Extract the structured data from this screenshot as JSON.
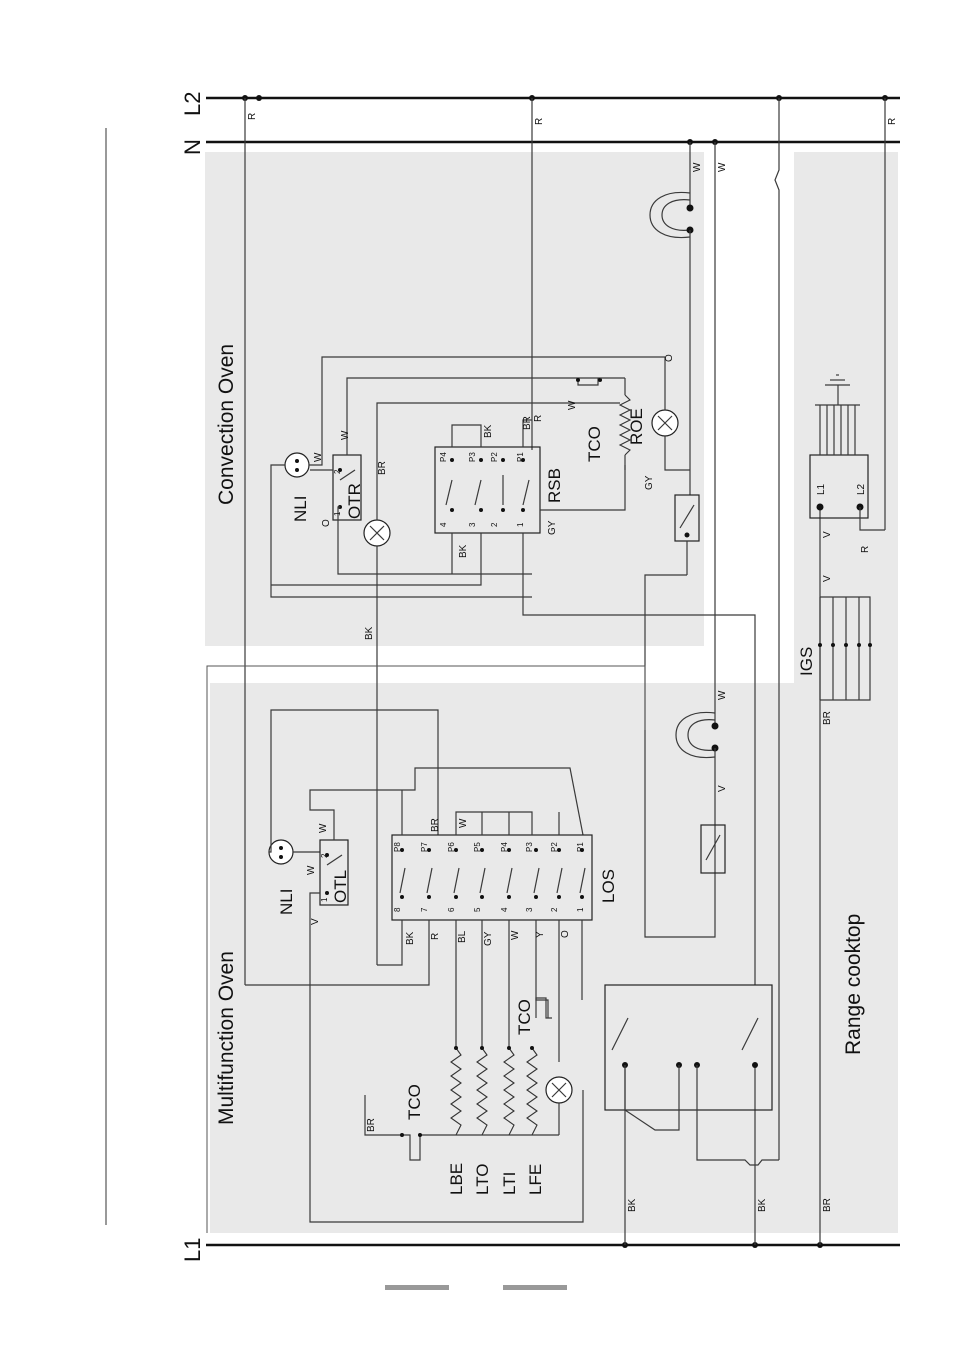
{
  "rails": {
    "l2": "L2",
    "n": "N",
    "l1": "L1"
  },
  "sections": {
    "convection": "Convection Oven",
    "multifunction": "Multifunction Oven",
    "range": "Range cooktop"
  },
  "components": {
    "nli_top": "NLI",
    "otr": "OTR",
    "rsb": "RSB",
    "tco_top": "TCO",
    "roe": "ROE",
    "nli_bottom": "NLI",
    "otl": "OTL",
    "los": "LOS",
    "tco_mid": "TCO",
    "tco_low": "TCO",
    "lbe": "LBE",
    "lto": "LTO",
    "lti": "LTI",
    "lfe": "LFE",
    "igs": "IGS"
  },
  "wire_colors": {
    "r": "R",
    "w": "W",
    "bk": "BK",
    "br": "BR",
    "gy": "GY",
    "o": "O",
    "v": "V",
    "bl": "BL",
    "y": "Y"
  },
  "terminals": {
    "rsb_p": [
      "P4",
      "P3",
      "P2",
      "P1"
    ],
    "rsb_n": [
      "4",
      "3",
      "2",
      "1"
    ],
    "los_p": [
      "P8",
      "P7",
      "P6",
      "P5",
      "P4",
      "P3",
      "P2",
      "P1"
    ],
    "los_n": [
      "8",
      "7",
      "6",
      "5",
      "4",
      "3",
      "2",
      "1"
    ],
    "otr_pins": [
      "1",
      "2"
    ],
    "otl_pins": [
      "1",
      "2"
    ],
    "igs_pins": [
      "L1",
      "L2"
    ],
    "los_wires": [
      "BK",
      "R",
      "BL",
      "GY",
      "W",
      "Y",
      "O"
    ]
  }
}
